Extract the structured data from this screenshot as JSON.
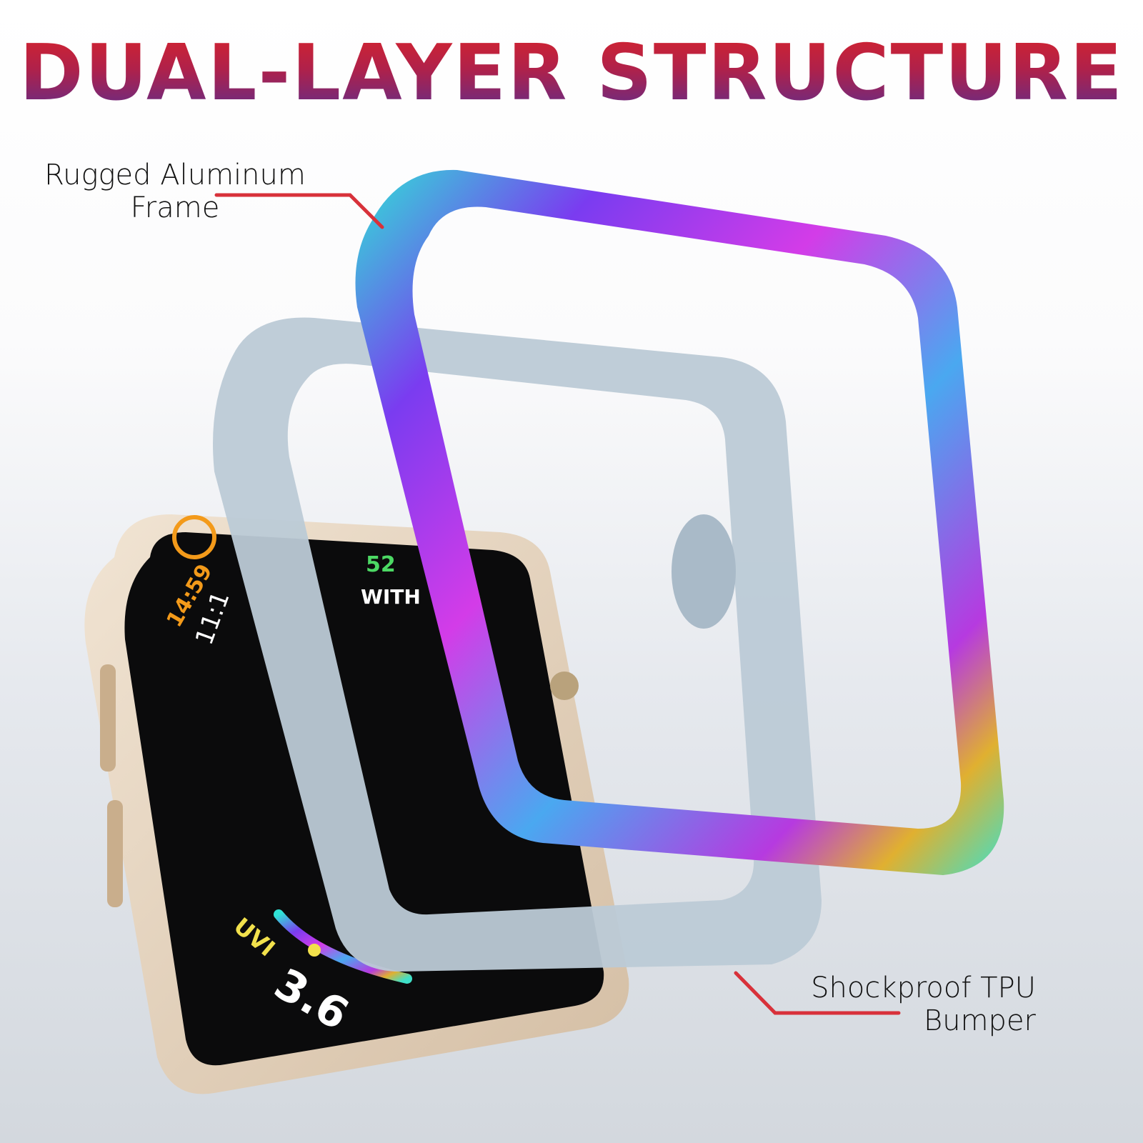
{
  "title": "DUAL-LAYER STRUCTURE",
  "callouts": [
    {
      "line1": "Rugged Aluminum",
      "line2": "Frame"
    },
    {
      "line1": "Shockproof TPU",
      "line2": "Bumper"
    }
  ],
  "watch_screen": {
    "time_a": "14:59",
    "time_b": "11:1",
    "value_top": "52",
    "label_top": "WITH",
    "uvi_label": "UVI",
    "uvi_value": "3.6"
  },
  "colors": {
    "title_top": "#d8232a",
    "title_bottom": "#5b2d8e",
    "callout_line": "#d8313a",
    "bumper": "#b9c8d4",
    "watch_body": "#e6d6c3"
  }
}
